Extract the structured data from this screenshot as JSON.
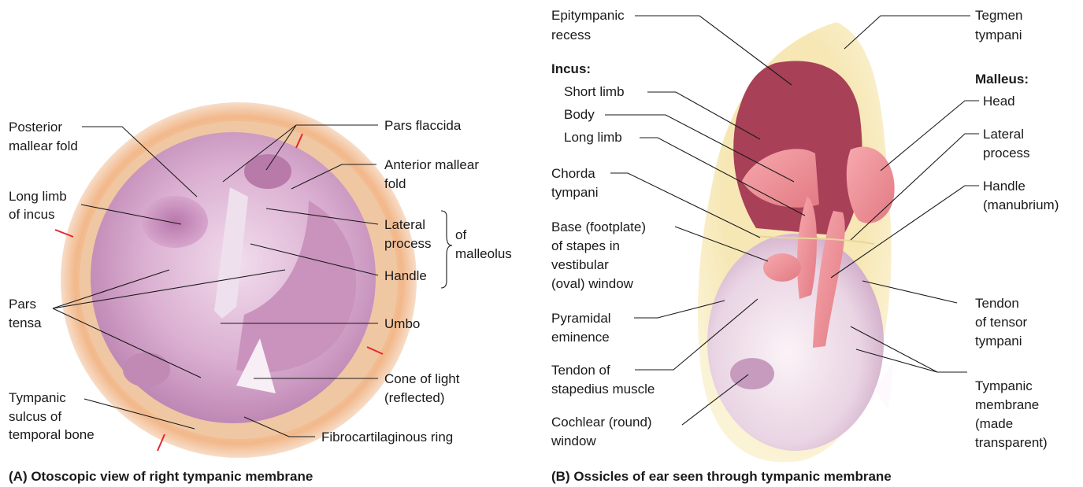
{
  "panel_a": {
    "caption": "(A) Otoscopic view of right tympanic membrane",
    "labels": {
      "posterior_mallear_fold": [
        "Posterior",
        "mallear fold"
      ],
      "long_limb_incus": [
        "Long limb",
        "of incus"
      ],
      "pars_tensa": [
        "Pars",
        "tensa"
      ],
      "tympanic_sulcus": [
        "Tympanic",
        "sulcus of",
        "temporal bone"
      ],
      "pars_flaccida": "Pars flaccida",
      "anterior_mallear_fold": [
        "Anterior mallear",
        "fold"
      ],
      "lateral_process": [
        "Lateral",
        "process"
      ],
      "of_malleolus": [
        "of",
        "malleolus"
      ],
      "handle": "Handle",
      "umbo": "Umbo",
      "cone_of_light": [
        "Cone of light",
        "(reflected)"
      ],
      "fibrocartilaginous_ring": "Fibrocartilaginous ring"
    }
  },
  "panel_b": {
    "caption": "(B) Ossicles of ear seen through tympanic membrane",
    "labels": {
      "epitympanic_recess": [
        "Epitympanic",
        "recess"
      ],
      "incus_heading": "Incus:",
      "short_limb": "Short limb",
      "body": "Body",
      "long_limb": "Long limb",
      "chorda_tympani": [
        "Chorda",
        "tympani"
      ],
      "base_stapes": [
        "Base (footplate)",
        "of stapes in",
        "vestibular",
        "(oval) window"
      ],
      "pyramidal_eminence": [
        "Pyramidal",
        "eminence"
      ],
      "tendon_stapedius": [
        "Tendon of",
        "stapedius muscle"
      ],
      "cochlear_window": [
        "Cochlear (round)",
        "window"
      ],
      "tegmen_tympani": [
        "Tegmen",
        "tympani"
      ],
      "malleus_heading": "Malleus:",
      "head": "Head",
      "lateral_process": [
        "Lateral",
        "process"
      ],
      "handle_manubrium": [
        "Handle",
        "(manubrium)"
      ],
      "tendon_tensor": [
        "Tendon",
        "of tensor",
        "tympani"
      ],
      "tympanic_membrane": [
        "Tympanic",
        "membrane",
        "(made",
        "transparent)"
      ]
    }
  },
  "colors": {
    "membrane_pink": "#d7a6cc",
    "ossicle_pink": "#ee8f96",
    "bone_yellow": "#f2dfa0",
    "cavity_red": "#a83c55",
    "ring_peach": "#f4bf93",
    "indicator_red": "#e8252e"
  }
}
